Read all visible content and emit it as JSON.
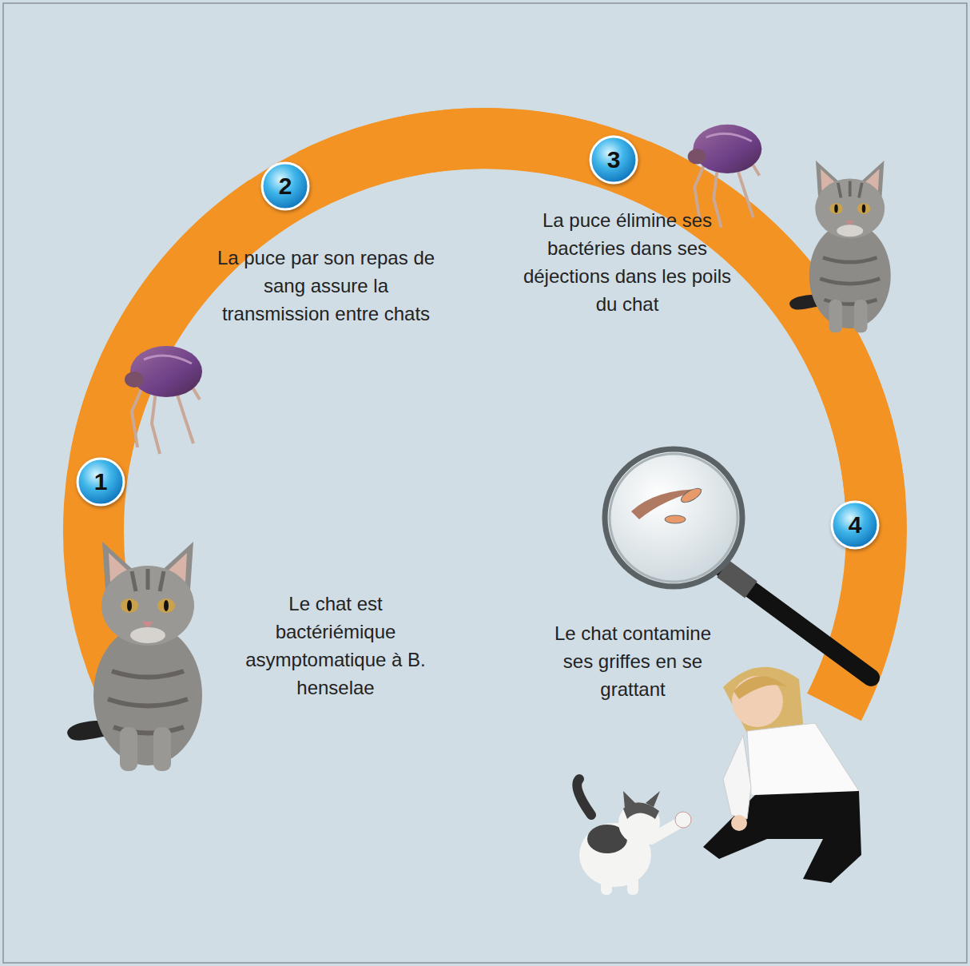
{
  "diagram": {
    "nodes": [
      {
        "text": [
          "1"
        ]
      },
      {
        "text": [
          "2"
        ]
      },
      {
        "text": [
          "3"
        ]
      },
      {
        "text": [
          "4"
        ]
      }
    ],
    "edges": [
      {
        "from": 0,
        "to": 1,
        "arrow": "none"
      },
      {
        "from": 1,
        "to": 2,
        "arrow": "none"
      },
      {
        "from": 2,
        "to": 3,
        "arrow": "none"
      }
    ],
    "labels": [
      "Le chat est bactériémique asymptomatique à B. henselae",
      "La puce par son repas de sang assure la transmission entre chats",
      "La puce élimine ses bactéries dans ses déjections dans les poils du chat",
      "Le chat contamine ses griffes en se grattant"
    ]
  }
}
